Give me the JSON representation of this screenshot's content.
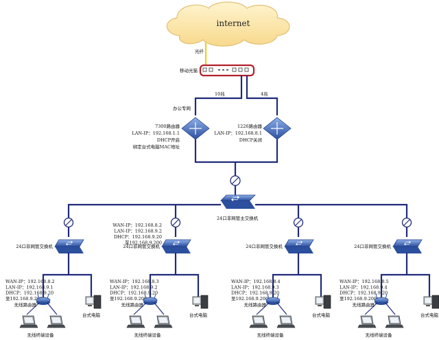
{
  "cloud": {
    "label": "internet"
  },
  "fiber_label": "光纤",
  "modem": {
    "label": "移动光猫"
  },
  "uplinks": {
    "left": "10兆",
    "right": "4兆"
  },
  "routers": {
    "left": {
      "name": "办公专网",
      "lines": [
        "7300路由器",
        "LAN-IP：192.168.1.1",
        "DHCP开启",
        "绑定台式电脑MAC地址"
      ]
    },
    "right": {
      "lines": [
        "1226路由器",
        "LAN-IP：192.168.8.1",
        "DHCP关闭"
      ]
    }
  },
  "core_switch": {
    "label": "24口非网管主交换机"
  },
  "access_switches": [
    {
      "label": "24口非网管交换机",
      "ap_lines": [
        "WAN-IP：192.168.8.2",
        "LAN-IP：192.168.9.1",
        "DHCP：192.168.9.20",
        "至192.168.9.200"
      ],
      "ap_label": "无线路由器",
      "wireless_label": "无线终端设备",
      "pc_label": "台式电脑"
    },
    {
      "label": "24口非网管交换机",
      "upper_lines": [
        "WAN-IP：192.168.8.2",
        "LAN-IP：192.168.9.2",
        "DHCP：192.168.9.20",
        "至192.168.9.200"
      ],
      "ap_lines": [
        "WAN-IP：192.168.8.3",
        "LAN-IP：192.168.9.2",
        "DHCP：192.168.9.20",
        "至192.168.9.200"
      ],
      "ap_label": "无线路由器",
      "wireless_label": "无线终端设备",
      "pc_label": "台式电脑"
    },
    {
      "label": "24口非网管交换机",
      "ap_lines": [
        "WAN-IP：192.168.8.4",
        "LAN-IP：192.168.9.3",
        "DHCP：192.168.9.20",
        "至192.168.9.200"
      ],
      "ap_label": "无线路由器",
      "wireless_label": "无线终端设备",
      "pc_label": "台式电脑"
    },
    {
      "label": "24口非网管交换机",
      "ap_lines": [
        "WAN-IP：192.168.8.5",
        "LAN-IP：192.168.9.4",
        "DHCP：192.168.9.20",
        "至192.168.9.200"
      ],
      "ap_label": "无线路由器",
      "wireless_label": "无线终端设备",
      "pc_label": "台式电脑"
    }
  ],
  "colors": {
    "wire": "#1f2a7a",
    "fiber": "#e9d21a",
    "modem_border": "#b0202a",
    "cloud": "#fbe3a6",
    "device": "#3d63b8"
  }
}
